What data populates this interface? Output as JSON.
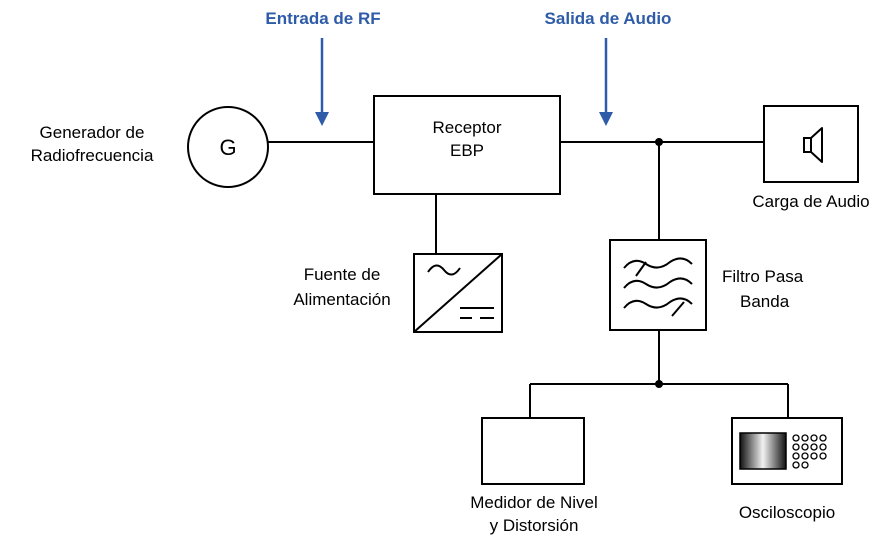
{
  "colors": {
    "accent": "#2e5ca8",
    "line": "#000000"
  },
  "annotations": {
    "rf_input": "Entrada de RF",
    "audio_output": "Salida de Audio"
  },
  "blocks": {
    "generator": {
      "symbol": "G",
      "label_line1": "Generador de",
      "label_line2": "Radiofrecuencia"
    },
    "receiver": {
      "label_line1": "Receptor",
      "label_line2": "EBP"
    },
    "power_supply": {
      "label_line1": "Fuente de",
      "label_line2": "Alimentación",
      "icon": "ac-dc-converter-icon"
    },
    "audio_load": {
      "label": "Carga de Audio",
      "icon": "speaker-icon"
    },
    "bandpass_filter": {
      "label_line1": "Filtro Pasa",
      "label_line2": "Banda",
      "icon": "bandpass-filter-icon"
    },
    "level_meter": {
      "label_line1": "Medidor de Nivel",
      "label_line2": "y Distorsión"
    },
    "oscilloscope": {
      "label": "Osciloscopio",
      "icon": "oscilloscope-icon"
    }
  }
}
